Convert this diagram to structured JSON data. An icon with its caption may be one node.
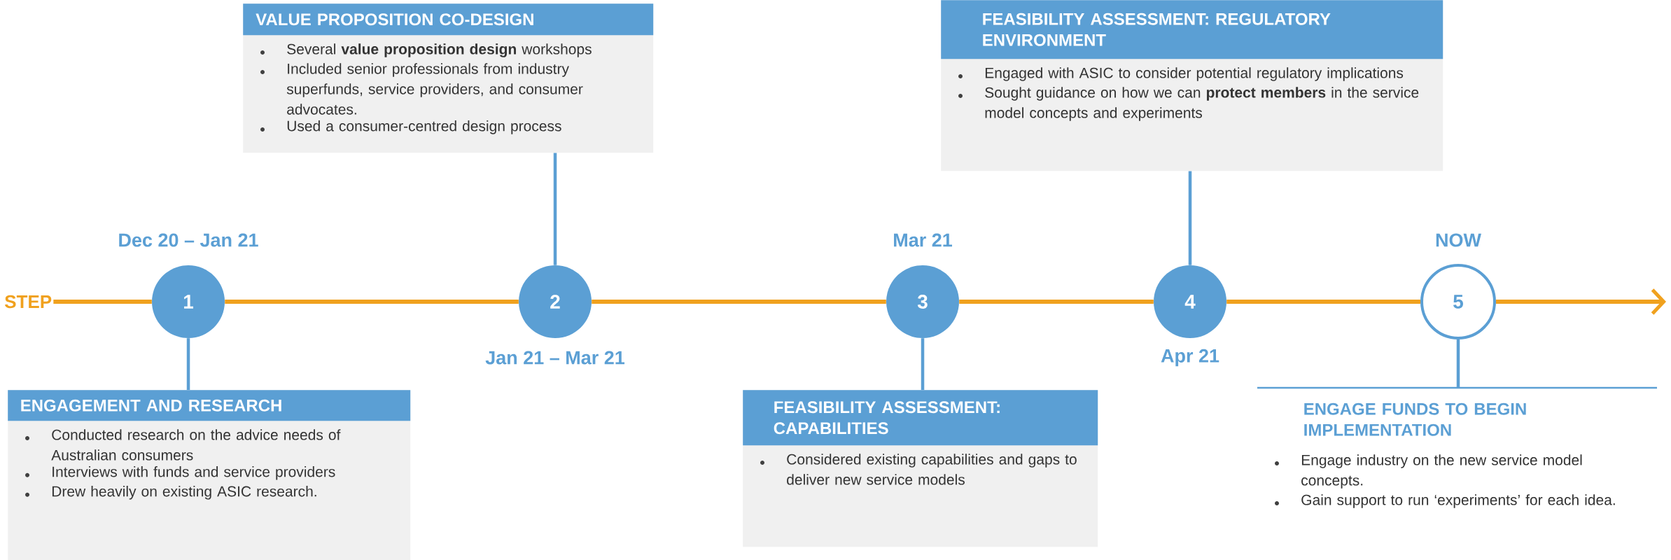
{
  "diagram": {
    "nodes": [
      {
        "text": [
          "STEP"
        ]
      },
      {
        "text": [
          "1"
        ],
        "beside": [
          "Dec 20 – Jan 21"
        ]
      },
      {
        "text": [
          "2"
        ],
        "beside": [
          "Jan 21 – Mar 21"
        ]
      },
      {
        "text": [
          "3"
        ],
        "beside": [
          "Mar 21"
        ]
      },
      {
        "text": [
          "4"
        ],
        "beside": [
          "Apr 21"
        ]
      },
      {
        "text": [
          "5"
        ],
        "beside": [
          "NOW"
        ]
      },
      {
        "text": [
          "ENGAGEMENT AND RESEARCH",
          "Conducted research on the advice needs of Australian consumers",
          "Interviews with funds and service providers",
          "Drew heavily on existing ASIC research."
        ]
      },
      {
        "text": [
          "VALUE PROPOSITION CO-DESIGN",
          "Several **value proposition design** workshops",
          "Included senior professionals from industry superfunds, service providers, and consumer advocates.",
          "Used a consumer-centred design process"
        ]
      },
      {
        "text": [
          "FEASIBILITY ASSESSMENT: CAPABILITIES",
          "Considered existing capabilities and gaps to deliver new service models"
        ]
      },
      {
        "text": [
          "FEASIBILITY ASSESSMENT: REGULATORY ENVIRONMENT",
          "Engaged with ASIC to consider potential regulatory implications",
          "Sought guidance on how we can **protect members** in the service model concepts and experiments"
        ]
      },
      {
        "text": [
          "ENGAGE FUNDS TO BEGIN IMPLEMENTATION",
          "Engage industry on the new service model concepts.",
          "Gain support to run ‘experiments’ for each idea."
        ]
      }
    ],
    "edges": [
      {
        "from": 0,
        "to": 1,
        "arrow": "none"
      },
      {
        "from": 1,
        "to": 2,
        "arrow": "none"
      },
      {
        "from": 2,
        "to": 3,
        "arrow": "none"
      },
      {
        "from": 3,
        "to": 4,
        "arrow": "none"
      },
      {
        "from": 4,
        "to": 5,
        "arrow": "none"
      },
      {
        "from": 5,
        "to": null,
        "arrow": "to"
      },
      {
        "from": 1,
        "to": 6,
        "arrow": "none",
        "color": "#5b9fd4"
      },
      {
        "from": 2,
        "to": 7,
        "arrow": "none",
        "color": "#5b9fd4"
      },
      {
        "from": 3,
        "to": 8,
        "arrow": "none",
        "color": "#5b9fd4"
      },
      {
        "from": 4,
        "to": 9,
        "arrow": "none",
        "color": "#5b9fd4"
      },
      {
        "from": 5,
        "to": 10,
        "arrow": "none",
        "color": "#5b9fd4"
      }
    ]
  }
}
